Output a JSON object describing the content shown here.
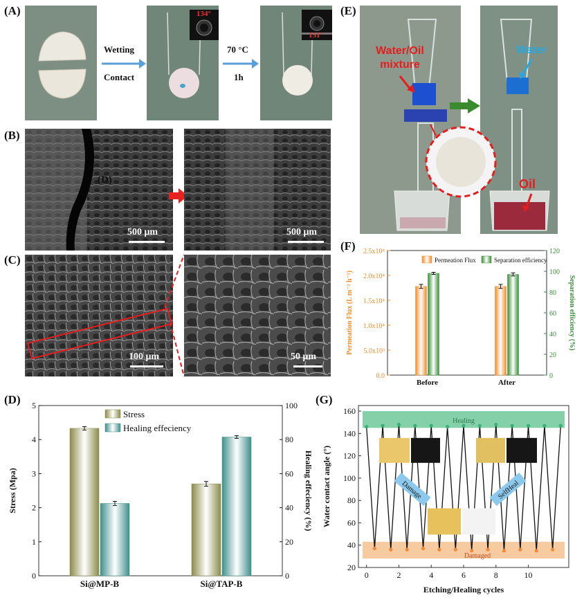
{
  "panel_labels": {
    "a": "(A)",
    "b": "(B)",
    "c": "(C)",
    "d": "(D)",
    "e": "(E)",
    "f": "(F)",
    "g": "(G)"
  },
  "panel_a": {
    "arrow1_top": "Wetting",
    "arrow1_bottom": "Contact",
    "arrow2_top": "70 °C",
    "arrow2_bottom": "1h",
    "angle1": "134°",
    "angle2": "151°"
  },
  "panel_b": {
    "scale_left": "500 μm",
    "scale_right": "500 μm",
    "marker": "(D)"
  },
  "panel_c": {
    "scale_left": "100 μm",
    "scale_right": "50 μm"
  },
  "panel_e": {
    "label_mixture_line1": "Water/Oil",
    "label_mixture_line2": "mixture",
    "label_water": "Water",
    "label_oil": "Oil"
  },
  "colors": {
    "orange": "#f28c28",
    "green": "#3a8f3a",
    "teal": "#3f8f8a",
    "olive": "#8b8b4a",
    "healing_band": "#6fc99a",
    "damaged_band": "#f6c28f"
  },
  "chart_data": [
    {
      "id": "F",
      "type": "bar",
      "categories": [
        "Before",
        "After"
      ],
      "series": [
        {
          "name": "Permeation Flux",
          "values": [
            17800,
            17800
          ],
          "errors": [
            400,
            400
          ],
          "axis": "left"
        },
        {
          "name": "Separation efficiency",
          "values": [
            98,
            97
          ],
          "errors": [
            1,
            1.5
          ],
          "axis": "right"
        }
      ],
      "ylabel": "Permeation Flux (L m⁻² h⁻¹)",
      "y2label": "Separation efficiency (%)",
      "ylim": [
        0,
        25000
      ],
      "y2lim": [
        0,
        120
      ],
      "yticks": [
        "0.0",
        "5.0x10³",
        "1.0x10⁴",
        "1.5x10⁴",
        "2.0x10⁴",
        "2.5x10⁴"
      ],
      "y2ticks": [
        "0",
        "20",
        "40",
        "60",
        "80",
        "100",
        "120"
      ],
      "legend_placement": "top"
    },
    {
      "id": "D",
      "type": "bar",
      "categories": [
        "Si@MP-B",
        "Si@TAP-B"
      ],
      "series": [
        {
          "name": "Stress",
          "values": [
            4.33,
            2.7
          ],
          "errors": [
            0.05,
            0.07
          ],
          "axis": "left"
        },
        {
          "name": "Healing effeciency",
          "values": [
            42.5,
            81.5
          ],
          "errors": [
            1.2,
            0.8
          ],
          "axis": "right"
        }
      ],
      "ylabel": "Stress (Mpa)",
      "y2label": "Healing effeciency (%)",
      "ylim": [
        0,
        5
      ],
      "y2lim": [
        0,
        100
      ],
      "yticks": [
        "0",
        "1",
        "2",
        "3",
        "4",
        "5"
      ],
      "y2ticks": [
        "0",
        "20",
        "40",
        "60",
        "80",
        "100"
      ],
      "legend_placement": "top-center"
    },
    {
      "id": "G",
      "type": "line",
      "xlabel": "Etching/Healing cycles",
      "ylabel": "Water contact angle (°)",
      "xlim": [
        -0.5,
        12.5
      ],
      "ylim": [
        20,
        165
      ],
      "xticks": [
        "0",
        "2",
        "4",
        "6",
        "8",
        "10"
      ],
      "yticks": [
        "20",
        "40",
        "60",
        "80",
        "100",
        "120",
        "140",
        "160"
      ],
      "band_top_label": "Healing",
      "band_bottom_label": "Damaged",
      "label_damage": "Damage",
      "label_selfheal": "SelfHeal",
      "x": [
        0,
        0.5,
        1,
        1.5,
        2,
        2.5,
        3,
        3.5,
        4,
        4.5,
        5,
        5.5,
        6,
        6.5,
        7,
        7.5,
        8,
        8.5,
        9,
        9.5,
        10,
        10.5,
        11,
        11.5,
        12
      ],
      "y": [
        146,
        37,
        147,
        36,
        148,
        36,
        147,
        37,
        147,
        36,
        146,
        36,
        147,
        35,
        147,
        36,
        148,
        35,
        147,
        36,
        147,
        35,
        147,
        36,
        147
      ]
    }
  ]
}
